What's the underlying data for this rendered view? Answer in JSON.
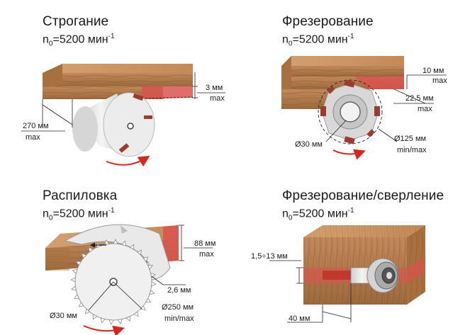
{
  "panels": [
    {
      "title": "Строгание",
      "speed_prefix": "n",
      "speed_sub": "0",
      "speed_value": "=5200 мин",
      "speed_sup": "-1",
      "labels": {
        "depth": "3 мм",
        "depth_max": "max",
        "width": "270 мм",
        "width_max": "max"
      }
    },
    {
      "title": "Фрезерование",
      "speed_prefix": "n",
      "speed_sub": "0",
      "speed_value": "=5200 мин",
      "speed_sup": "-1",
      "labels": {
        "depth": "10 мм",
        "depth_max": "max",
        "height": "22,5 мм",
        "height_max": "max",
        "bore": "Ø30 мм",
        "diameter": "Ø125 мм",
        "diameter_range": "min/max"
      }
    },
    {
      "title": "Распиловка",
      "speed_prefix": "n",
      "speed_sub": "0",
      "speed_value": "=5200 мин",
      "speed_sup": "-1",
      "labels": {
        "depth": "88 мм",
        "depth_max": "max",
        "kerf": "2,6 мм",
        "bore": "Ø30 мм",
        "diameter": "Ø250 мм",
        "diameter_range": "min/max"
      }
    },
    {
      "title": "Фрезерование/сверление",
      "speed_prefix": "n",
      "speed_sub": "0",
      "speed_value": "=5200 мин",
      "speed_sup": "-1",
      "labels": {
        "slot": "1,5÷13 мм",
        "length": "40 мм"
      }
    }
  ],
  "colors": {
    "wood_top": "#c99162",
    "wood_front": "#b07a4a",
    "wood_grain": "#7a4e2a",
    "cut_red": "#d9534f",
    "steel": "#e6e6e6",
    "steel_dark": "#8a8a8a",
    "arrow_red": "#d9261c"
  }
}
